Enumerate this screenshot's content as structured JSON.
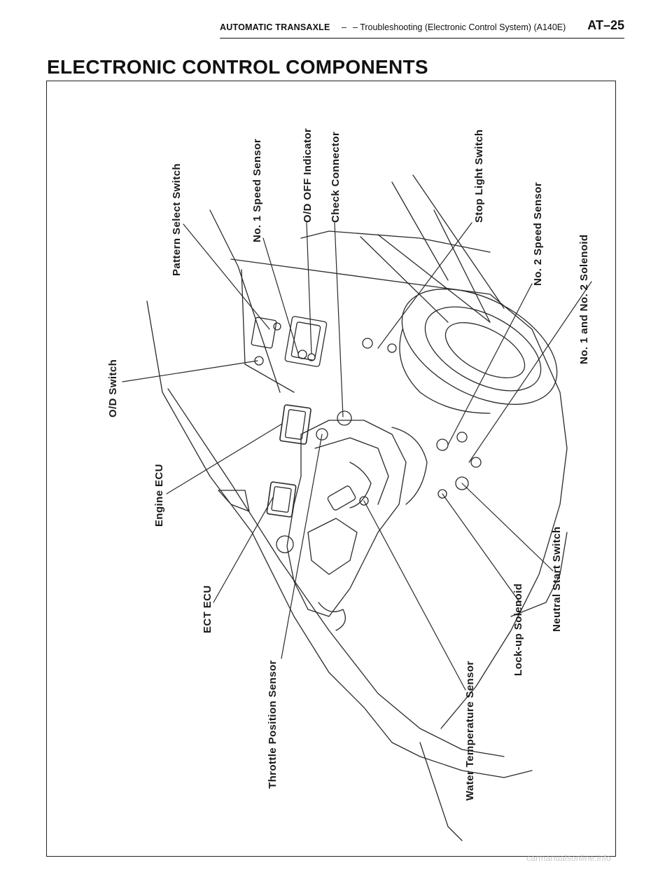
{
  "header": {
    "section": "AUTOMATIC TRANSAXLE",
    "separator": "–",
    "subsection": "– Troubleshooting (Electronic Control System) (A140E)",
    "page": "AT–25"
  },
  "title": "ELECTRONIC CONTROL COMPONENTS",
  "callouts": {
    "pattern_select_switch": "Pattern Select Switch",
    "no1_speed_sensor": "No. 1 Speed Sensor",
    "od_off_indicator": "O/D OFF Indicator",
    "check_connector": "Check Connector",
    "stop_light_switch": "Stop Light Switch",
    "no2_speed_sensor": "No. 2 Speed Sensor",
    "no1_no2_solenoid": "No. 1 and No. 2 Solenoid",
    "od_switch": "O/D Switch",
    "engine_ecu": "Engine ECU",
    "ect_ecu": "ECT ECU",
    "throttle_position_sensor": "Throttle Position Sensor",
    "water_temperature_sensor": "Water Temperature Sensor",
    "lockup_solenoid": "Lock-up Solenoid",
    "neutral_start_switch": "Neutral Start Switch"
  },
  "watermark": "carmanualsonline.info"
}
